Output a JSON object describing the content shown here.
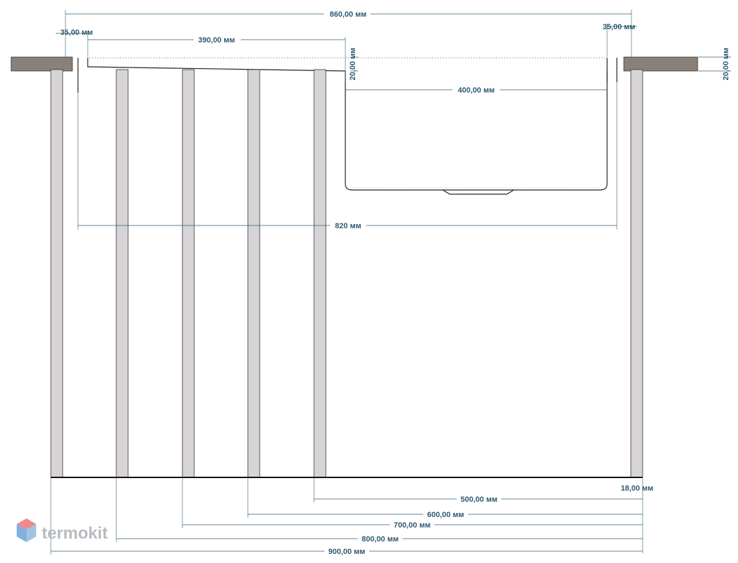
{
  "dimensions": {
    "total_width": "860,00 мм",
    "left_gap": "35,00 мм",
    "right_gap": "35,00 мм",
    "sink_offset": "390,00 мм",
    "left_thickness": "20,00 мм",
    "right_thickness": "20,00 мм",
    "bowl_width": "400,00 мм",
    "inner_width": "820 мм",
    "panel_thickness": "18,00 мм",
    "d500": "500,00 мм",
    "d600": "600,00 мм",
    "d700": "700,00 мм",
    "d800": "800,00 мм",
    "d900": "900,00 мм"
  },
  "logo": {
    "text": "termokit",
    "colors": {
      "top": "#f08a8a",
      "left": "#7fb2e0",
      "right": "#a0c4e8"
    }
  },
  "colors": {
    "dimension": "#2f5a72",
    "panel": "#d7d3d6",
    "countertop": "#8a807a"
  }
}
